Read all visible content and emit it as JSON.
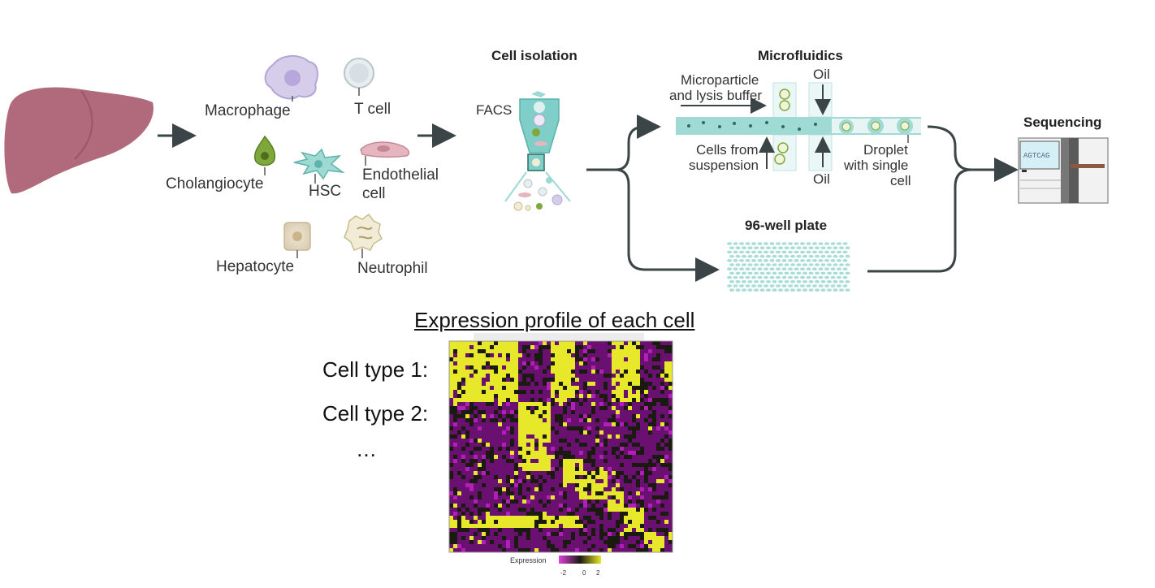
{
  "cells": {
    "macrophage": "Macrophage",
    "tcell": "T cell",
    "cholangiocyte": "Cholangiocyte",
    "hsc": "HSC",
    "endothelial_line1": "Endothelial",
    "endothelial_line2": "cell",
    "hepatocyte": "Hepatocyte",
    "neutrophil": "Neutrophil"
  },
  "isolation": {
    "title": "Cell isolation",
    "facs": "FACS"
  },
  "microfluidics": {
    "title": "Microfluidics",
    "oil_top": "Oil",
    "oil_bottom": "Oil",
    "microparticle_line1": "Microparticle",
    "microparticle_line2": "and lysis buffer",
    "cells_line1": "Cells from",
    "cells_line2": "suspension",
    "droplet_line1": "Droplet",
    "droplet_line2": "with single",
    "droplet_line3": "cell"
  },
  "plate": {
    "title": "96-well plate"
  },
  "sequencing": {
    "title": "Sequencing",
    "screen_text": "AGTCAG"
  },
  "profile": {
    "title": "Expression profile of each cell",
    "row1": "Cell type 1:",
    "row2": "Cell type 2:",
    "row3": "…",
    "legend_label": "Expression",
    "legend_ticks": [
      "-2",
      "0",
      "2"
    ]
  },
  "colors": {
    "liver": "#b06a7c",
    "teal": "#8fd3cf",
    "arrow": "#3b4446",
    "heat_high": "#e8e82a",
    "heat_low": "#6a1070",
    "heat_mid": "#1a1a10"
  }
}
